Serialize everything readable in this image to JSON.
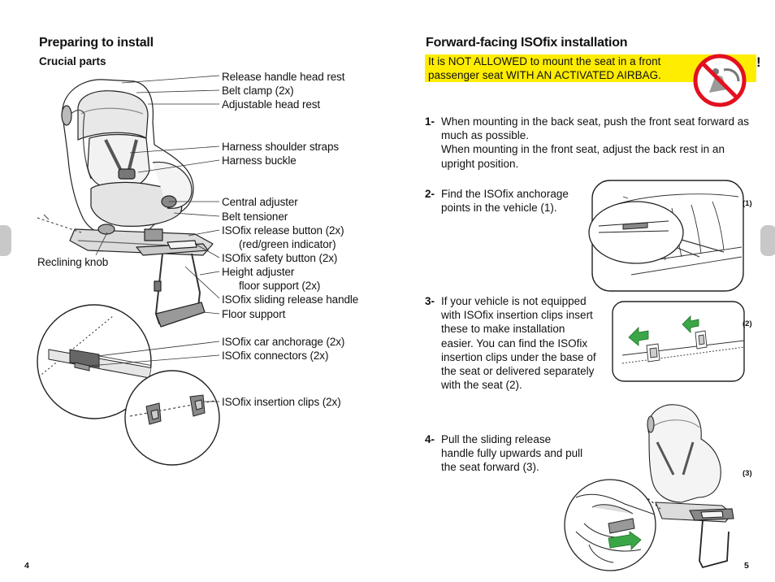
{
  "left": {
    "title": "Preparing to install",
    "subtitle": "Crucial parts",
    "labels": {
      "release_handle_head_rest": "Release handle head rest",
      "belt_clamp": "Belt clamp (2x)",
      "adjustable_head_rest": "Adjustable head rest",
      "harness_shoulder_straps": "Harness shoulder straps",
      "harness_buckle": "Harness buckle",
      "central_adjuster": "Central adjuster",
      "belt_tensioner": "Belt tensioner",
      "isofix_release_button": "ISOfix release button (2x)",
      "isofix_release_indicator": "(red/green indicator)",
      "isofix_safety_button": "ISOfix safety button (2x)",
      "height_adjuster": "Height adjuster",
      "height_adjuster_sub": "floor support (2x)",
      "isofix_sliding_release_handle": "ISOfix sliding release handle",
      "floor_support": "Floor support",
      "isofix_car_anchorage": "ISOfix car anchorage (2x)",
      "isofix_connectors": "ISOfix connectors (2x)",
      "isofix_insertion_clips": "ISOfix insertion clips (2x)",
      "reclining_knob": "Reclining knob"
    },
    "page_number": "4"
  },
  "right": {
    "title": "Forward-facing ISOfix installation",
    "warning": {
      "line1": "It is NOT ALLOWED to mount the seat in a front",
      "line2": "passenger seat WITH AN ACTIVATED AIRBAG.",
      "mark": "!",
      "color": "#ffed00"
    },
    "steps": [
      {
        "number": "1-",
        "lines": [
          "When mounting in the back seat, push the front seat forward as",
          "much as possible.",
          "When mounting in the front seat, adjust the back rest in an",
          "upright position."
        ]
      },
      {
        "number": "2-",
        "lines": [
          "Find the ISOfix anchorage",
          "points in the vehicle (1)."
        ]
      },
      {
        "number": "3-",
        "lines": [
          "If your vehicle is not equipped",
          "with ISOfix insertion clips insert",
          "these to make installation",
          "easier. You can find the ISOfix",
          "insertion clips under the base of",
          "the seat or delivered separately",
          "with the seat (2)."
        ]
      },
      {
        "number": "4-",
        "lines": [
          "Pull the sliding release",
          "handle fully upwards and pull",
          "the seat forward (3)."
        ]
      }
    ],
    "figure_tags": [
      "(1)",
      "(2)",
      "(3)"
    ],
    "page_number": "5"
  },
  "colors": {
    "warning_yellow": "#ffed00",
    "prohibition_red": "#e3101f",
    "arrow_green": "#3aa646",
    "side_tab_gray": "#c8c8c8"
  }
}
